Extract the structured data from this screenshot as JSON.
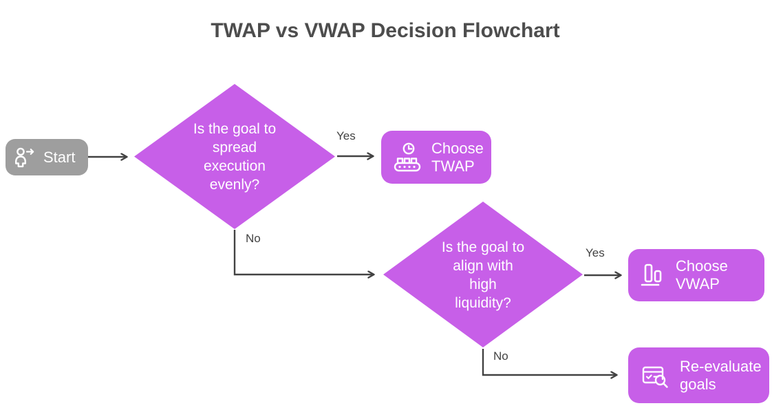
{
  "title": "TWAP vs VWAP Decision Flowchart",
  "colors": {
    "node_purple": "#c75fe8",
    "start_gray": "#9e9e9e",
    "edge_line": "#424242",
    "title_text": "#4d4d4d",
    "node_text": "#ffffff"
  },
  "nodes": {
    "start": {
      "label": "Start",
      "icon": "person-arrow-icon"
    },
    "decision1": {
      "label": "Is the goal to\nspread\nexecution\nevenly?"
    },
    "decision2": {
      "label": "Is the goal to\nalign with\nhigh\nliquidity?"
    },
    "choose_twap": {
      "label": "Choose\nTWAP",
      "icon": "clock-conveyor-icon"
    },
    "choose_vwap": {
      "label": "Choose\nVWAP",
      "icon": "bar-chart-icon"
    },
    "reevaluate": {
      "label": "Re-evaluate\ngoals",
      "icon": "review-search-icon"
    }
  },
  "edges": {
    "yes1": "Yes",
    "no1": "No",
    "yes2": "Yes",
    "no2": "No"
  }
}
